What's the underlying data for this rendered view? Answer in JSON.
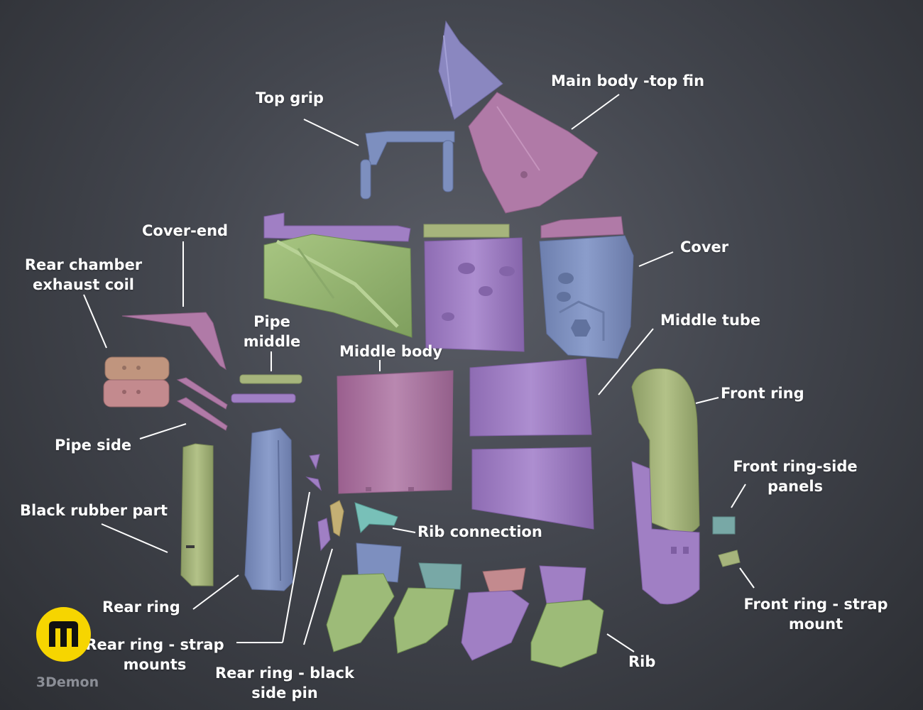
{
  "labels": {
    "top_grip": "Top grip",
    "main_body_top_fin": "Main body -top fin",
    "cover_end": "Cover-end",
    "cover": "Cover",
    "rear_chamber_1": "Rear chamber",
    "rear_chamber_2": "exhaust coil",
    "pipe_middle_1": "Pipe",
    "pipe_middle_2": "middle",
    "middle_body": "Middle body",
    "middle_tube": "Middle tube",
    "front_ring": "Front ring",
    "pipe_side": "Pipe side",
    "front_ring_side_1": "Front ring-side",
    "front_ring_side_2": "panels",
    "black_rubber": "Black rubber part",
    "rib_connection": "Rib connection",
    "rear_ring": "Rear ring",
    "front_ring_strap_1": "Front ring - strap",
    "front_ring_strap_2": "mount",
    "rear_ring_strap_1": "Rear ring - strap",
    "rear_ring_strap_2": "mounts",
    "rear_ring_pin_1": "Rear ring - black",
    "rear_ring_pin_2": "side pin",
    "rib": "Rib"
  },
  "logo": {
    "glyph": "m",
    "text": "3Demon",
    "color": "#f6d500"
  },
  "colors": {
    "purple": "#a07fc4",
    "pink": "#b07aa7",
    "green": "#9dbb78",
    "blue": "#7d8fbf",
    "olive": "#a6b47c",
    "teal": "#78a8a6",
    "tan": "#b08a7e",
    "lavender": "#8b88c2"
  }
}
